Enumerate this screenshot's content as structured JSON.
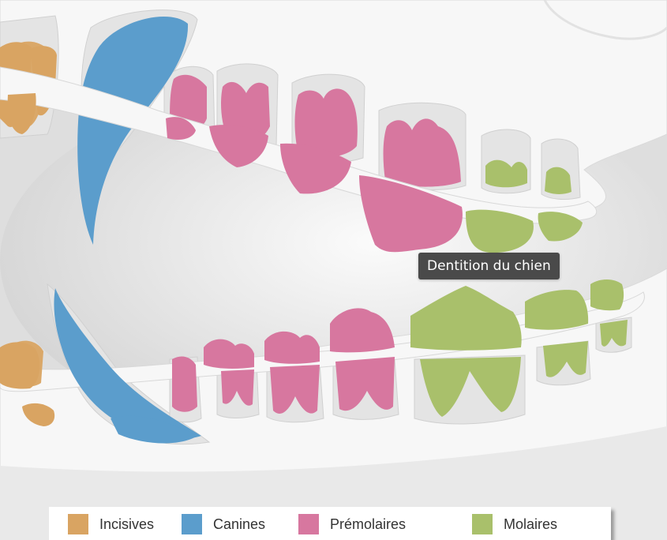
{
  "tooltip": {
    "text": "Dentition du chien"
  },
  "legend": [
    {
      "key": "incisives",
      "label": "Incisives",
      "color": "#d9a462"
    },
    {
      "key": "canines",
      "label": "Canines",
      "color": "#5b9dcc"
    },
    {
      "key": "premolaires",
      "label": "Prémolaires",
      "color": "#d7779f"
    },
    {
      "key": "molaires",
      "label": "Molaires",
      "color": "#a9c06b"
    }
  ],
  "colors": {
    "background": "#dedede",
    "bone": "#f7f7f7",
    "socket": "#e6e6e6",
    "tooltip_bg": "#4a4a4a"
  }
}
